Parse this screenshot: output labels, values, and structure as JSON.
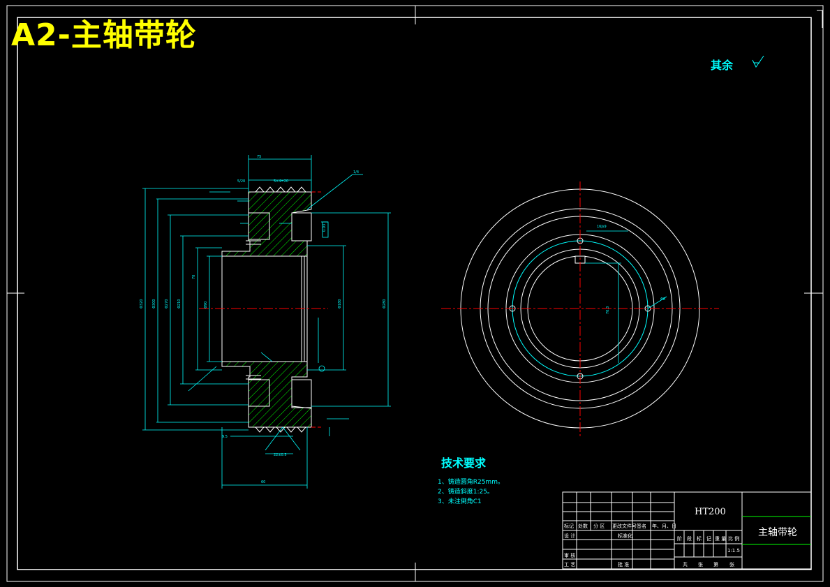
{
  "sheet": {
    "title": "A2-主轴带轮",
    "roughness_note": "其余",
    "roughness_symbol": "√"
  },
  "tech_requirements": {
    "heading": "技术要求",
    "items": [
      "1、铸造圆角R25mm。",
      "2、铸造斜度1:25。",
      "3、未注倒角C1"
    ]
  },
  "title_block": {
    "material": "HT200",
    "part_name": "主轴带轮",
    "scale": "1:1.5",
    "col_labels": [
      "标记",
      "处数",
      "分 区",
      "更改文件号",
      "签名",
      "年、月、日"
    ],
    "row_labels": [
      "设 计",
      "审 核",
      "工 艺"
    ],
    "std_label": "标准化",
    "approve_label": "批 准",
    "stage_labels": [
      "阶",
      "段",
      "标",
      "记",
      "重 量",
      "比 例"
    ],
    "sheet_labels": [
      "共",
      "张",
      "第",
      "张"
    ]
  },
  "colors": {
    "background": "#000000",
    "frame": "#ffffff",
    "dimension": "#00ffff",
    "hatch": "#00ff00",
    "center_line": "#ff0000",
    "title": "#ffff00"
  }
}
